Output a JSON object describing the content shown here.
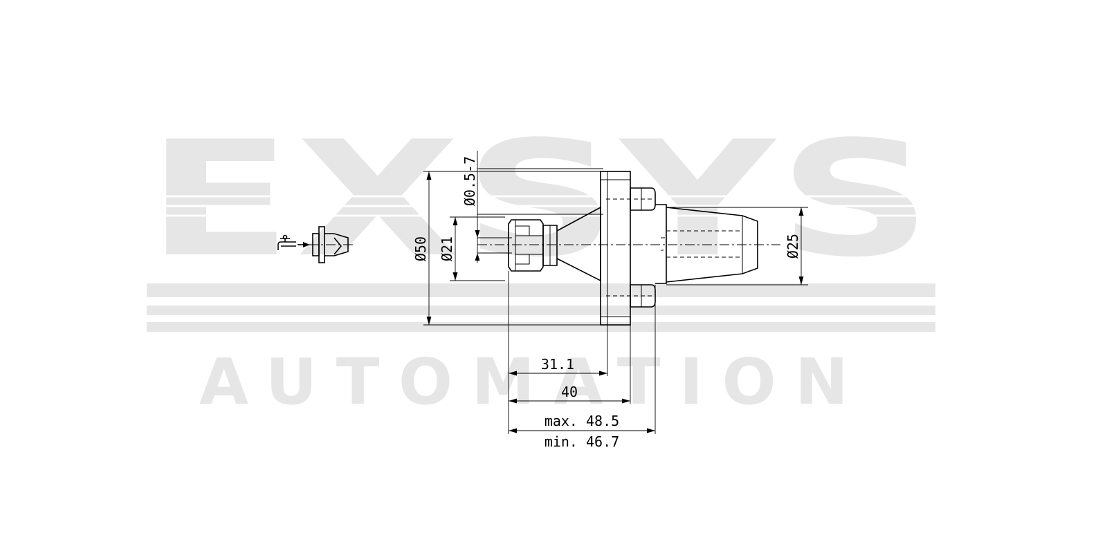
{
  "watermark": {
    "brand": "EXSYS",
    "subtitle": "AUTOMATION"
  },
  "dimensions": {
    "bore_range": "Ø0.5-7",
    "flange_diameter": "Ø50",
    "nut_diameter": "Ø21",
    "shank_diameter": "Ø25",
    "length_nut_to_flange": "31.1",
    "length_to_flange_face": "40",
    "length_max": "max. 48.5",
    "length_min": "min. 46.7"
  },
  "icons": {
    "coolant": "coolant-tap-icon",
    "mini_holder": "mini-tool-holder-icon"
  }
}
